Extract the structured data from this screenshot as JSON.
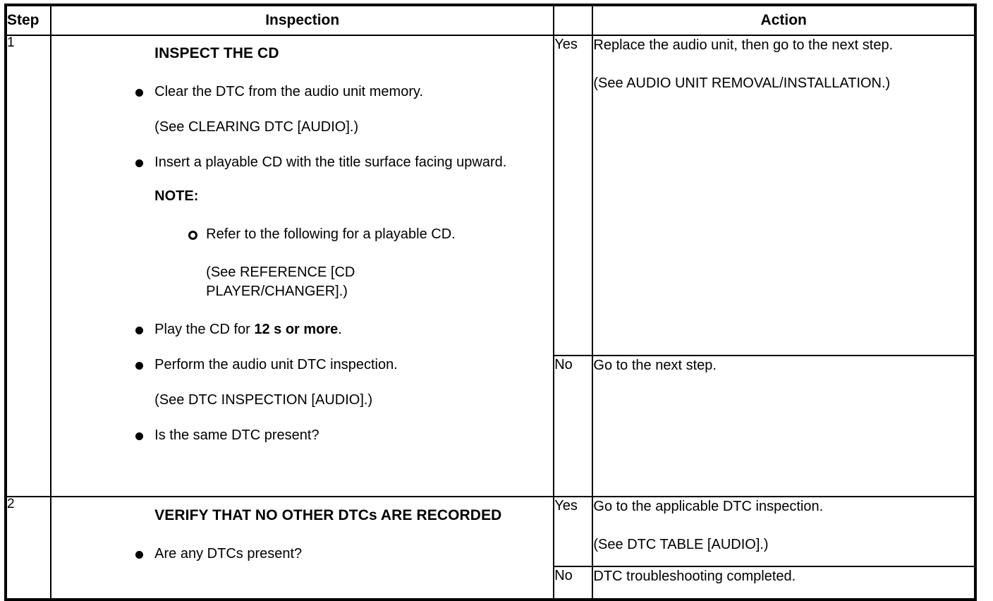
{
  "document": {
    "type": "troubleshooting-table",
    "colors": {
      "text": "#000000",
      "background": "#ffffff",
      "border": "#000000"
    }
  },
  "table": {
    "headers": {
      "step": "Step",
      "inspection": "Inspection",
      "action": "Action"
    },
    "rows": [
      {
        "step": "1",
        "inspection": {
          "heading": "INSPECT THE CD",
          "items": [
            {
              "bullet": "filled",
              "text": "Clear the DTC from the audio unit memory.",
              "reference": "(See CLEARING DTC [AUDIO].)"
            },
            {
              "bullet": "filled",
              "text": "Insert a playable CD with the title surface facing upward.",
              "note_label": "NOTE:",
              "subitems": [
                {
                  "bullet": "hollow",
                  "text": "Refer to the following for a playable CD.",
                  "reference": "(See REFERENCE [CD PLAYER/CHANGER].)"
                }
              ]
            },
            {
              "bullet": "filled",
              "text_prefix": "Play the CD for ",
              "text_bold": "12 s or more",
              "text_suffix": "."
            },
            {
              "bullet": "filled",
              "text": "Perform the audio unit DTC inspection.",
              "reference": "(See DTC INSPECTION [AUDIO].)"
            },
            {
              "bullet": "filled",
              "text": "Is the same DTC present?"
            }
          ]
        },
        "outcomes": [
          {
            "label": "Yes",
            "action_lines": [
              "Replace the audio unit, then go to the next step.",
              "(See AUDIO UNIT REMOVAL/INSTALLATION.)"
            ]
          },
          {
            "label": "No",
            "action_lines": [
              "Go to the next step."
            ]
          }
        ]
      },
      {
        "step": "2",
        "inspection": {
          "heading": "VERIFY THAT NO OTHER DTCs ARE RECORDED",
          "items": [
            {
              "bullet": "filled",
              "text": "Are any DTCs present?"
            }
          ]
        },
        "outcomes": [
          {
            "label": "Yes",
            "action_lines": [
              "Go to the applicable DTC inspection.",
              "(See DTC TABLE [AUDIO].)"
            ]
          },
          {
            "label": "No",
            "action_lines": [
              "DTC troubleshooting completed."
            ]
          }
        ]
      }
    ]
  }
}
